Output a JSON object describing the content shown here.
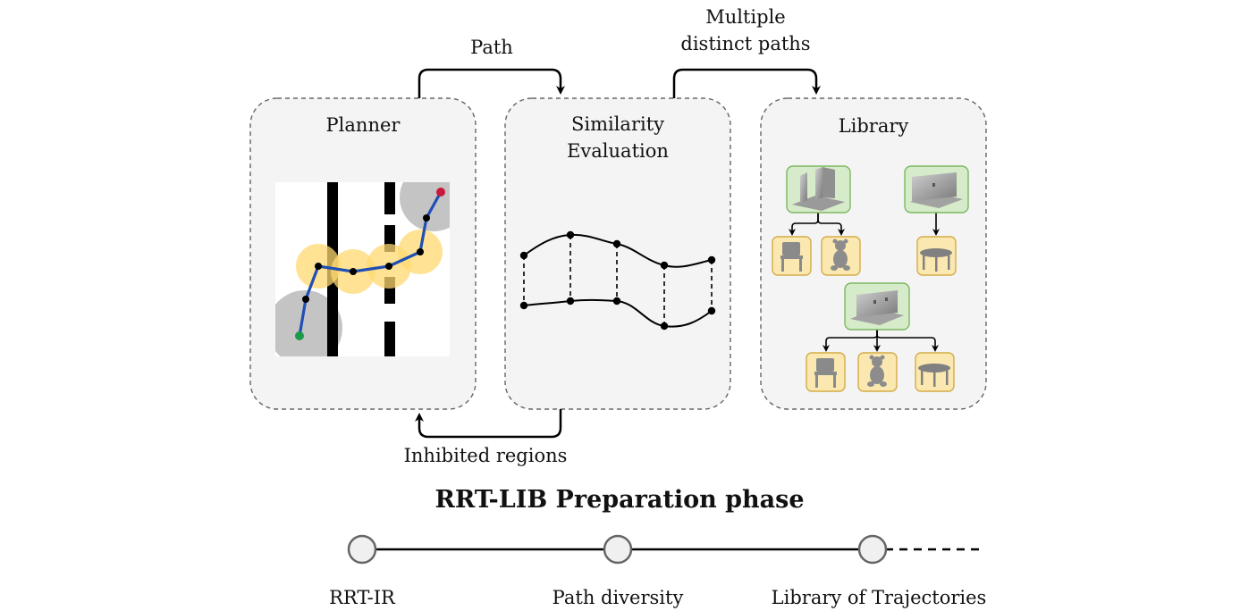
{
  "panels": {
    "planner": {
      "title": "Planner"
    },
    "similarity": {
      "title_line1": "Similarity",
      "title_line2": "Evaluation"
    },
    "library": {
      "title": "Library"
    }
  },
  "arrows": {
    "path": "Path",
    "multiple_line1": "Multiple",
    "multiple_line2": "distinct paths",
    "inhibited": "Inhibited regions"
  },
  "phase": {
    "title": "RRT-LIB Preparation phase",
    "steps": [
      "RRT-IR",
      "Path diversity",
      "Library of Trajectories"
    ]
  },
  "colors": {
    "panel_fill": "#f4f4f4",
    "panel_border": "#666666",
    "tree_path": "#1f4fb4",
    "start_node": "#1a9a4a",
    "goal_node": "#c8193c",
    "inhibit_circle": "#ffd870",
    "obstacle_region": "#c4c4c4",
    "env_node_fill": "#d5ebc9",
    "env_node_border": "#7cb860",
    "obj_node_fill": "#fbe8b0",
    "obj_node_border": "#d4ac48"
  }
}
